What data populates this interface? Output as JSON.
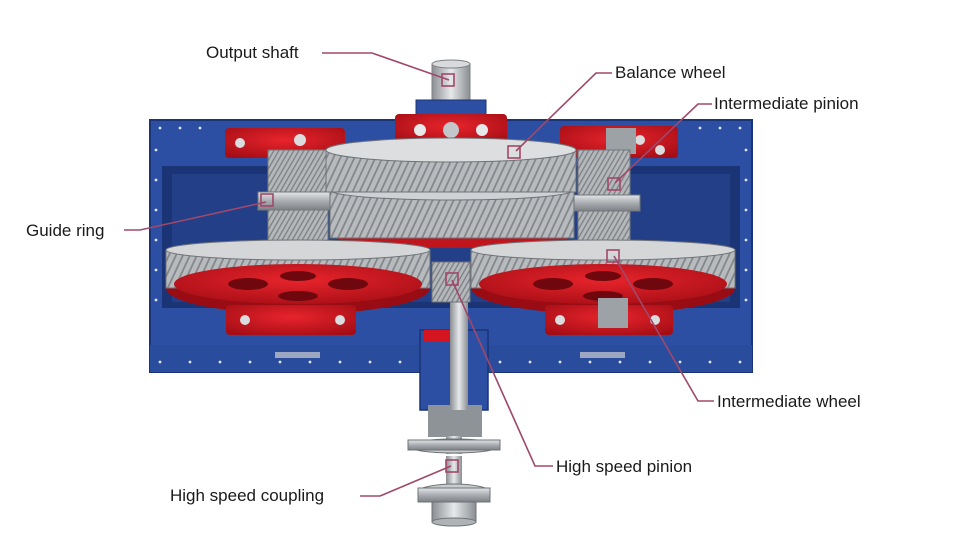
{
  "labels": {
    "output_shaft": "Output shaft",
    "balance_wheel": "Balance wheel",
    "intermediate_pinion": "Intermediate pinion",
    "guide_ring": "Guide ring",
    "intermediate_wheel": "Intermediate wheel",
    "high_speed_pinion": "High speed pinion",
    "high_speed_coupling": "High speed coupling"
  },
  "colors": {
    "housing_blue": "#2c4fa3",
    "housing_dark": "#1b3475",
    "gear_red": "#d4141e",
    "gear_steel": "#b9bcbf",
    "leader_line": "#a0486a"
  }
}
